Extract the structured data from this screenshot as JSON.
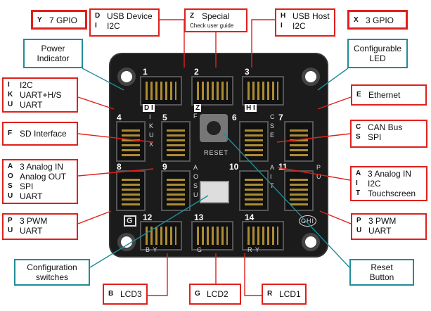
{
  "labels": {
    "y_gpio": {
      "key": "Y",
      "text": "7 GPIO"
    },
    "x_gpio": {
      "key": "X",
      "text": "3 GPIO"
    },
    "usb_device": [
      {
        "key": "D",
        "text": "USB Device"
      },
      {
        "key": "I",
        "text": "I2C"
      }
    ],
    "special": {
      "key": "Z",
      "text": "Special",
      "sub": "Check user guide"
    },
    "usb_host": [
      {
        "key": "H",
        "text": "USB Host"
      },
      {
        "key": "I",
        "text": "I2C"
      }
    ],
    "power_indicator": "Power\nIndicator",
    "configurable_led": "Configurable\nLED",
    "i2c_uart": [
      {
        "key": "I",
        "text": "I2C"
      },
      {
        "key": "K",
        "text": "UART+H/S"
      },
      {
        "key": "U",
        "text": "UART"
      }
    ],
    "ethernet": {
      "key": "E",
      "text": "Ethernet"
    },
    "sd_interface": {
      "key": "F",
      "text": "SD Interface"
    },
    "can_spi": [
      {
        "key": "C",
        "text": "CAN Bus"
      },
      {
        "key": "S",
        "text": "SPI"
      }
    ],
    "analog_left": [
      {
        "key": "A",
        "text": "3 Analog IN"
      },
      {
        "key": "O",
        "text": "Analog OUT"
      },
      {
        "key": "S",
        "text": "SPI"
      },
      {
        "key": "U",
        "text": "UART"
      }
    ],
    "analog_right": [
      {
        "key": "A",
        "text": "3 Analog IN"
      },
      {
        "key": "I",
        "text": "I2C"
      },
      {
        "key": "T",
        "text": "Touchscreen"
      }
    ],
    "pwm_left": [
      {
        "key": "P",
        "text": "3 PWM"
      },
      {
        "key": "U",
        "text": "UART"
      }
    ],
    "pwm_right": [
      {
        "key": "P",
        "text": "3 PWM"
      },
      {
        "key": "U",
        "text": "UART"
      }
    ],
    "config_switches": "Configuration\nswitches",
    "reset_button": "Reset\nButton",
    "lcd3": {
      "key": "B",
      "text": "LCD3"
    },
    "lcd2": {
      "key": "G",
      "text": "LCD2"
    },
    "lcd1": {
      "key": "R",
      "text": "LCD1"
    }
  },
  "board": {
    "sockets": [
      {
        "num": "1",
        "letters": "D I"
      },
      {
        "num": "2",
        "letters": "Z"
      },
      {
        "num": "3",
        "letters": "H I"
      },
      {
        "num": "4",
        "letters": "I K U X"
      },
      {
        "num": "5",
        "letters": "F"
      },
      {
        "num": "6",
        "letters": ""
      },
      {
        "num": "7",
        "letters": "C S E"
      },
      {
        "num": "8",
        "letters": ""
      },
      {
        "num": "9",
        "letters": "A O S U"
      },
      {
        "num": "10",
        "letters": "A I T"
      },
      {
        "num": "11",
        "letters": "P U"
      },
      {
        "num": "12",
        "letters": "B Y"
      },
      {
        "num": "13",
        "letters": "G"
      },
      {
        "num": "14",
        "letters": "R Y"
      }
    ],
    "reset_silk": "RESET",
    "logo": "GHI"
  },
  "colors": {
    "red": "#e0201c",
    "teal": "#1f8d99",
    "board": "#1b1b1b"
  }
}
